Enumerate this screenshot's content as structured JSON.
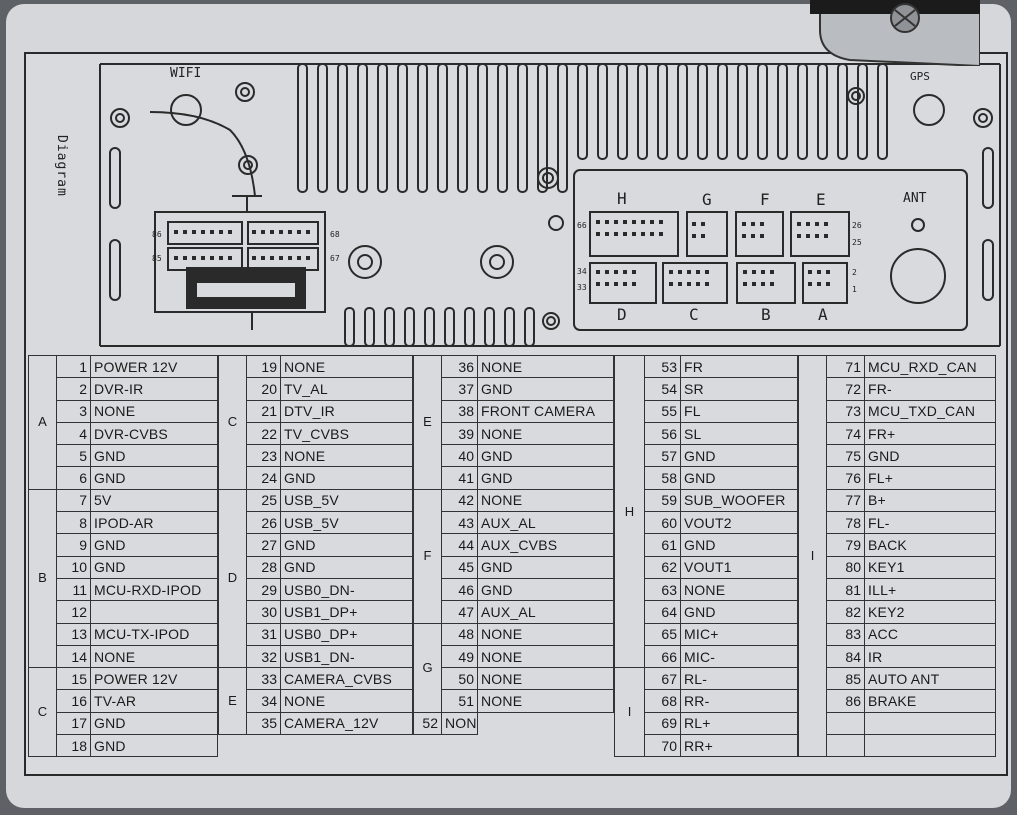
{
  "labels": {
    "side": "Diagram",
    "wifi": "WIFI",
    "gps": "GPS",
    "ant": "ANT"
  },
  "connectors": {
    "top_row": [
      "H",
      "G",
      "F",
      "E"
    ],
    "bottom_row": [
      "D",
      "C",
      "B",
      "A"
    ],
    "pin_numbers": {
      "left_top": "86",
      "left_bottom": "85",
      "mid_top": "68",
      "mid_bottom": "67",
      "h_top": "66",
      "d_top": "34",
      "d_bottom": "33",
      "e_top": "26",
      "e_bottom": "25",
      "a_top": "2",
      "a_bottom": "1"
    }
  },
  "columns": [
    {
      "groups": [
        {
          "label": "A",
          "rows": 6
        },
        {
          "label": "B",
          "rows": 8
        },
        {
          "label": "C",
          "rows": 4
        }
      ],
      "pins": [
        {
          "num": "1",
          "label": "POWER 12V"
        },
        {
          "num": "2",
          "label": "DVR-IR"
        },
        {
          "num": "3",
          "label": "NONE"
        },
        {
          "num": "4",
          "label": "DVR-CVBS"
        },
        {
          "num": "5",
          "label": "GND"
        },
        {
          "num": "6",
          "label": "GND"
        },
        {
          "num": "7",
          "label": "5V"
        },
        {
          "num": "8",
          "label": "IPOD-AR"
        },
        {
          "num": "9",
          "label": "GND"
        },
        {
          "num": "10",
          "label": "GND"
        },
        {
          "num": "11",
          "label": "MCU-RXD-IPOD"
        },
        {
          "num": "12",
          "label": ""
        },
        {
          "num": "13",
          "label": "MCU-TX-IPOD"
        },
        {
          "num": "14",
          "label": "NONE"
        },
        {
          "num": "15",
          "label": "POWER 12V"
        },
        {
          "num": "16",
          "label": "TV-AR"
        },
        {
          "num": "17",
          "label": "GND"
        },
        {
          "num": "18",
          "label": "GND"
        }
      ]
    },
    {
      "groups": [
        {
          "label": "C",
          "rows": 6
        },
        {
          "label": "D",
          "rows": 8
        },
        {
          "label": "E",
          "rows": 4
        }
      ],
      "pins": [
        {
          "num": "19",
          "label": "NONE"
        },
        {
          "num": "20",
          "label": "TV_AL"
        },
        {
          "num": "21",
          "label": "DTV_IR"
        },
        {
          "num": "22",
          "label": "TV_CVBS"
        },
        {
          "num": "23",
          "label": "NONE"
        },
        {
          "num": "24",
          "label": "GND"
        },
        {
          "num": "25",
          "label": "USB_5V"
        },
        {
          "num": "26",
          "label": "USB_5V"
        },
        {
          "num": "27",
          "label": "GND"
        },
        {
          "num": "28",
          "label": "GND"
        },
        {
          "num": "29",
          "label": "USB0_DN-"
        },
        {
          "num": "30",
          "label": "USB1_DP+"
        },
        {
          "num": "31",
          "label": "USB0_DP+"
        },
        {
          "num": "32",
          "label": "USB1_DN-"
        },
        {
          "num": "33",
          "label": "CAMERA_CVBS"
        },
        {
          "num": "34",
          "label": "NONE"
        },
        {
          "num": "35",
          "label": "CAMERA_12V",
          "rows": 2
        }
      ]
    },
    {
      "groups": [
        {
          "label": "E",
          "rows": 8
        },
        {
          "label": "F",
          "rows": 6
        },
        {
          "label": "G",
          "rows": 4
        }
      ],
      "pins": [
        {
          "num": "36",
          "label": "NONE"
        },
        {
          "num": "37",
          "label": "GND"
        },
        {
          "num": "38",
          "label": "FRONT CAMERA",
          "rows": 3
        },
        {
          "num": "39",
          "label": "NONE"
        },
        {
          "num": "40",
          "label": "GND"
        },
        {
          "num": "41",
          "label": "GND"
        },
        {
          "num": "42",
          "label": "NONE"
        },
        {
          "num": "43",
          "label": "AUX_AL"
        },
        {
          "num": "44",
          "label": "AUX_CVBS"
        },
        {
          "num": "45",
          "label": "GND"
        },
        {
          "num": "46",
          "label": "GND"
        },
        {
          "num": "47",
          "label": "AUX_AL"
        },
        {
          "num": "48",
          "label": "NONE"
        },
        {
          "num": "49",
          "label": "NONE"
        },
        {
          "num": "50",
          "label": "NONE"
        },
        {
          "num": "51",
          "label": "NONE"
        },
        {
          "num": "52",
          "label": "NONE"
        }
      ]
    },
    {
      "groups": [
        {
          "label": "H",
          "rows": 14
        },
        {
          "label": "I",
          "rows": 4
        }
      ],
      "pins": [
        {
          "num": "53",
          "label": "FR"
        },
        {
          "num": "54",
          "label": "SR"
        },
        {
          "num": "55",
          "label": "FL"
        },
        {
          "num": "56",
          "label": "SL"
        },
        {
          "num": "57",
          "label": "GND"
        },
        {
          "num": "58",
          "label": "GND"
        },
        {
          "num": "59",
          "label": "SUB_WOOFER"
        },
        {
          "num": "60",
          "label": "VOUT2"
        },
        {
          "num": "61",
          "label": "GND"
        },
        {
          "num": "62",
          "label": "VOUT1"
        },
        {
          "num": "63",
          "label": "NONE"
        },
        {
          "num": "64",
          "label": "GND"
        },
        {
          "num": "65",
          "label": "MIC+"
        },
        {
          "num": "66",
          "label": "MIC-"
        },
        {
          "num": "67",
          "label": "RL-"
        },
        {
          "num": "68",
          "label": "RR-"
        },
        {
          "num": "69",
          "label": "RL+"
        },
        {
          "num": "70",
          "label": "RR+"
        }
      ]
    },
    {
      "groups": [
        {
          "label": "I",
          "rows": 18
        }
      ],
      "pins": [
        {
          "num": "71",
          "label": "MCU_RXD_CAN"
        },
        {
          "num": "72",
          "label": "FR-"
        },
        {
          "num": "73",
          "label": "MCU_TXD_CAN"
        },
        {
          "num": "74",
          "label": "FR+"
        },
        {
          "num": "75",
          "label": "GND"
        },
        {
          "num": "76",
          "label": "FL+"
        },
        {
          "num": "77",
          "label": "B+"
        },
        {
          "num": "78",
          "label": "FL-"
        },
        {
          "num": "79",
          "label": "BACK"
        },
        {
          "num": "80",
          "label": "KEY1"
        },
        {
          "num": "81",
          "label": "ILL+"
        },
        {
          "num": "82",
          "label": "KEY2"
        },
        {
          "num": "83",
          "label": "ACC"
        },
        {
          "num": "84",
          "label": "IR"
        },
        {
          "num": "85",
          "label": "AUTO ANT"
        },
        {
          "num": "86",
          "label": "BRAKE"
        },
        {
          "num": "",
          "label": ""
        },
        {
          "num": "",
          "label": ""
        }
      ]
    }
  ]
}
